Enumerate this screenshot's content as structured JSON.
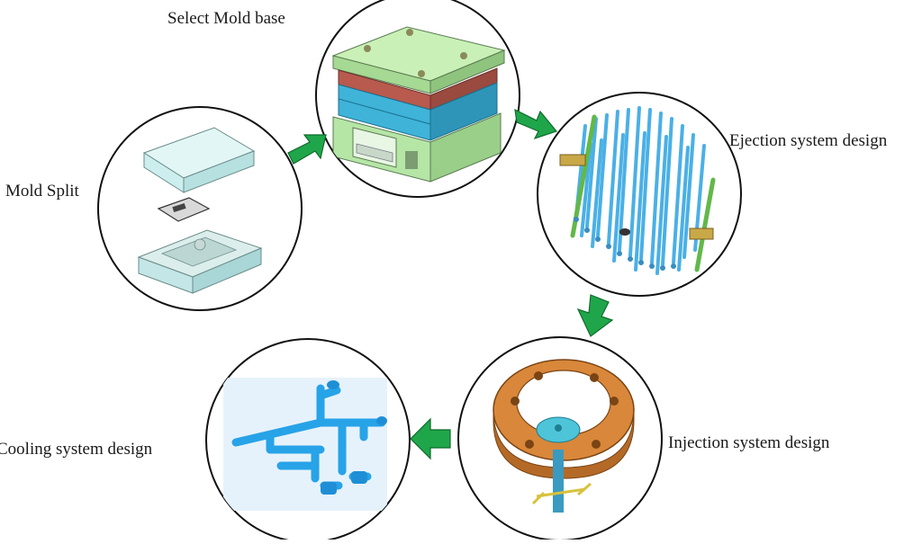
{
  "labels": {
    "mold_base": "Select Mold base",
    "mold_split": "Mold Split",
    "ejection": "Ejection system design",
    "injection": "Injection system design",
    "cooling": "Cooling system design"
  },
  "colors": {
    "arrow": "#1fa64a",
    "arrow_stroke": "#0f6b2c",
    "circle_stroke": "#111111",
    "mold_plate_green": "#b5e6a6",
    "mold_plate_red": "#b85a4e",
    "mold_plate_blue": "#3fb3d8",
    "pin_blue": "#4ab0e6",
    "ring_orange": "#d9873a",
    "cooling_blue": "#27a3e8",
    "split_cyan": "#cdeeee"
  },
  "icons": [
    "green-arrow-icon"
  ]
}
